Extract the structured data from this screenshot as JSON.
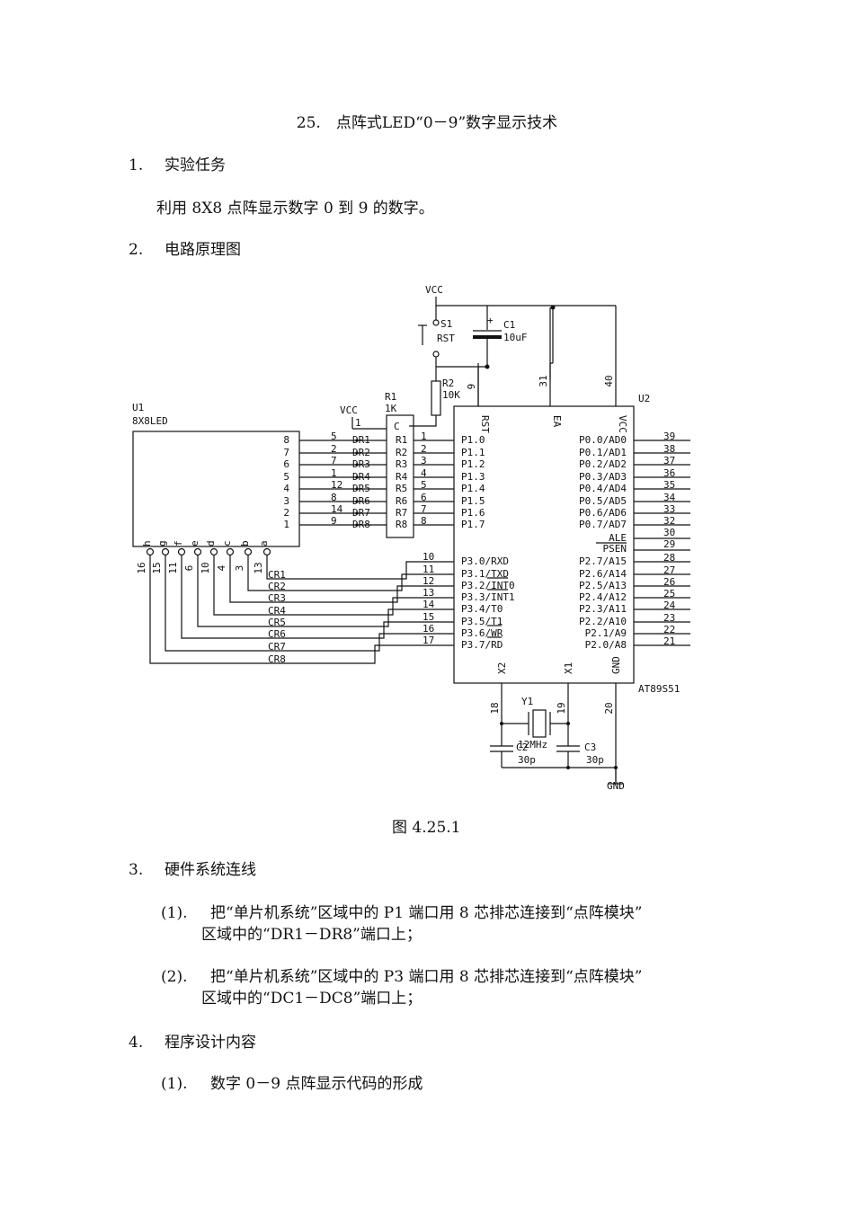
{
  "title": "25.　点阵式LED“0－9”数字显示技术",
  "sections": [
    {
      "num": "1.",
      "heading": "实验任务"
    },
    {
      "num": "2.",
      "heading": "电路原理图"
    },
    {
      "num": "3.",
      "heading": "硬件系统连线"
    },
    {
      "num": "4.",
      "heading": "程序设计内容"
    }
  ],
  "task_text": "利用 8X8 点阵显示数字 0 到 9 的数字。",
  "figure_caption": "图 4.25.1",
  "wiring": [
    {
      "label": "(1).",
      "line1": "把“单片机系统”区域中的 P1 端口用 8 芯排芯连接到“点阵模块”",
      "line2": "区域中的“DR1－DR8”端口上；"
    },
    {
      "label": "(2).",
      "line1": "把“单片机系统”区域中的 P3 端口用 8 芯排芯连接到“点阵模块”",
      "line2": "区域中的“DC1－DC8”端口上；"
    }
  ],
  "program": [
    {
      "label": "(1).",
      "text": "数字 0－9 点阵显示代码的形成"
    }
  ],
  "schematic": {
    "vcc": "VCC",
    "gnd": "GND",
    "s1": "S1",
    "rst_label": "RST",
    "c1": {
      "name": "C1",
      "value": "10uF",
      "plus": "+"
    },
    "r2": {
      "name": "R2",
      "value": "10K"
    },
    "r1": {
      "name": "R1",
      "value": "1K",
      "common": "C"
    },
    "u1": {
      "name": "U1",
      "type": "8X8LED"
    },
    "u2": {
      "name": "U2",
      "type": "AT89S51"
    },
    "y1": {
      "name": "Y1",
      "value": "12MHz"
    },
    "c2": {
      "name": "C2",
      "value": "30p"
    },
    "c3": {
      "name": "C3",
      "value": "30p"
    },
    "pin_top": [
      "9",
      "31",
      "40"
    ],
    "pin_top_names": [
      "RST",
      "EA",
      "VCC"
    ],
    "pin_bottom": [
      "18",
      "19",
      "20"
    ],
    "pin_bottom_names": [
      "X2",
      "X1",
      "GND"
    ],
    "led_rows": [
      "8",
      "7",
      "6",
      "5",
      "4",
      "3",
      "2",
      "1"
    ],
    "led_row_pins": [
      "5",
      "2",
      "7",
      "1",
      "12",
      "8",
      "14",
      "9"
    ],
    "dr_labels": [
      "DR1",
      "DR2",
      "DR3",
      "DR4",
      "DR5",
      "DR6",
      "DR7",
      "DR8"
    ],
    "r1_pins_left": [
      "1"
    ],
    "r1_names": [
      "R1",
      "R2",
      "R3",
      "R4",
      "R5",
      "R6",
      "R7",
      "R8"
    ],
    "r1_pins_right": [
      "1",
      "2",
      "3",
      "4",
      "5",
      "6",
      "7",
      "8"
    ],
    "p1_names": [
      "P1.0",
      "P1.1",
      "P1.2",
      "P1.3",
      "P1.4",
      "P1.5",
      "P1.6",
      "P1.7"
    ],
    "p3_pins": [
      "10",
      "11",
      "12",
      "13",
      "14",
      "15",
      "16",
      "17"
    ],
    "p3_names": [
      "P3.0/RXD",
      "P3.1/TXD",
      "P3.2/INT0",
      "P3.3/INT1",
      "P3.4/T0",
      "P3.5/T1",
      "P3.6/WR",
      "P3.7/RD"
    ],
    "cr_labels": [
      "CR1",
      "CR2",
      "CR3",
      "CR4",
      "CR5",
      "CR6",
      "CR7",
      "CR8"
    ],
    "led_cols": [
      "h",
      "g",
      "f",
      "e",
      "d",
      "c",
      "b",
      "a"
    ],
    "led_col_pins": [
      "16",
      "15",
      "11",
      "6",
      "10",
      "4",
      "3",
      "13"
    ],
    "p0_names": [
      "P0.0/AD0",
      "P0.1/AD1",
      "P0.2/AD2",
      "P0.3/AD3",
      "P0.4/AD4",
      "P0.5/AD5",
      "P0.6/AD6",
      "P0.7/AD7"
    ],
    "p0_pins": [
      "39",
      "38",
      "37",
      "36",
      "35",
      "34",
      "33",
      "32"
    ],
    "ale": {
      "name": "ALE",
      "pin": "30"
    },
    "psen": {
      "name": "PSEN",
      "pin": "29"
    },
    "p2_names": [
      "P2.7/A15",
      "P2.6/A14",
      "P2.5/A13",
      "P2.4/A12",
      "P2.3/A11",
      "P2.2/A10",
      "P2.1/A9",
      "P2.0/A8"
    ],
    "p2_pins": [
      "28",
      "27",
      "26",
      "25",
      "24",
      "23",
      "22",
      "21"
    ]
  }
}
